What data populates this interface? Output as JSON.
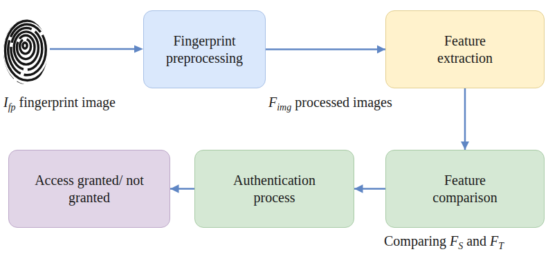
{
  "diagram": {
    "nodes": [
      {
        "text": [
          "Fingerprint preprocessing"
        ]
      },
      {
        "text": [
          "Feature extraction"
        ]
      },
      {
        "text": [
          "Feature comparison"
        ]
      },
      {
        "text": [
          "Authentication process"
        ]
      },
      {
        "text": [
          "Access granted/ not granted"
        ]
      }
    ],
    "edges": [
      {
        "from": 0,
        "to": 1,
        "arrow": "to"
      },
      {
        "from": 1,
        "to": 2,
        "arrow": "to"
      },
      {
        "from": 2,
        "to": 3,
        "arrow": "to"
      },
      {
        "from": 3,
        "to": 4,
        "arrow": "to"
      }
    ],
    "labels": [
      "Ifp fingerprint image",
      "Fimg processed images",
      "Comparing FS and FT"
    ]
  }
}
